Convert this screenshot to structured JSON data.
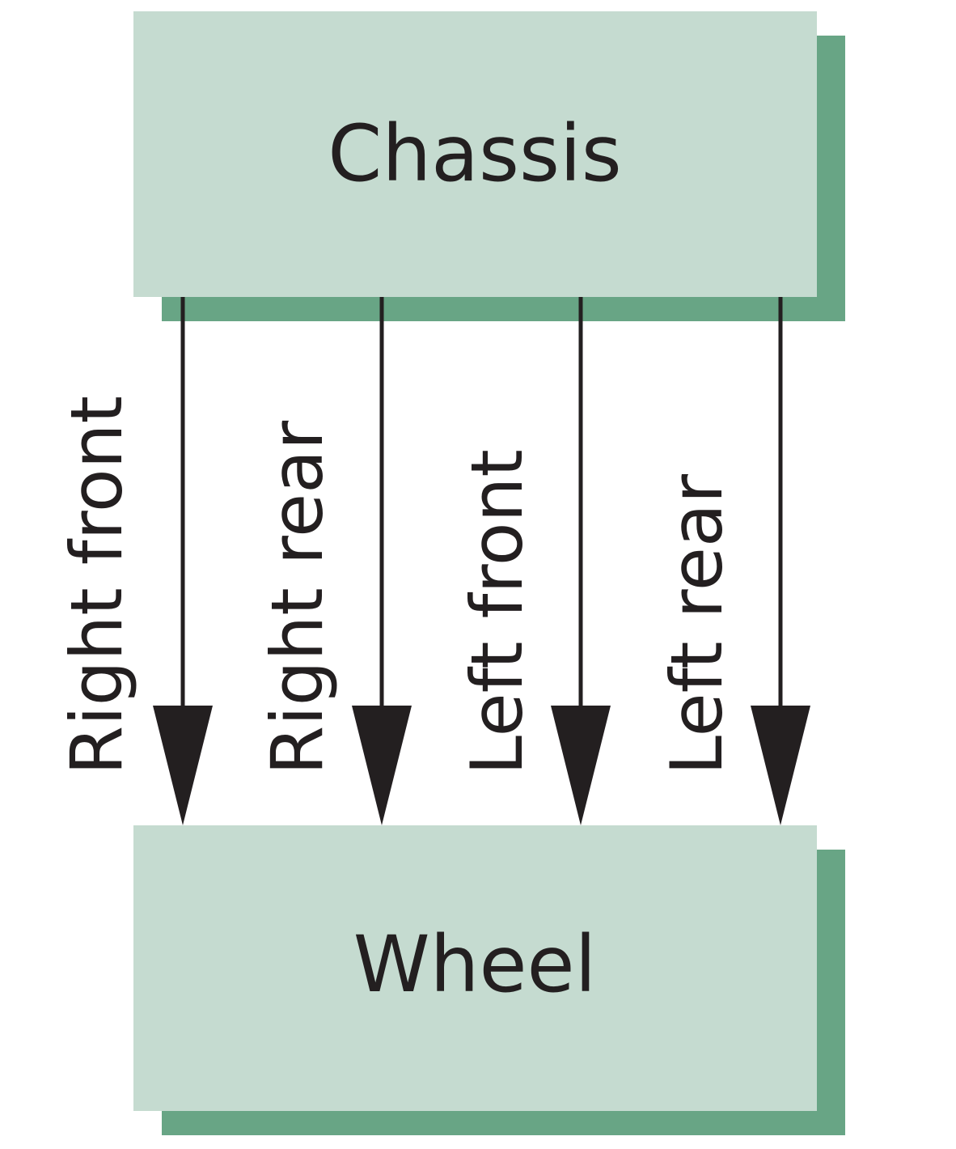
{
  "colors": {
    "box_fill": "#c5dbd0",
    "box_shadow": "#68a585",
    "arrow": "#231f20",
    "text": "#231f20"
  },
  "nodes": {
    "chassis": {
      "label": "Chassis"
    },
    "wheel": {
      "label": "Wheel"
    }
  },
  "edges": [
    {
      "from": "Chassis",
      "to": "Wheel",
      "label": "Right front"
    },
    {
      "from": "Chassis",
      "to": "Wheel",
      "label": "Right rear"
    },
    {
      "from": "Chassis",
      "to": "Wheel",
      "label": "Left front"
    },
    {
      "from": "Chassis",
      "to": "Wheel",
      "label": "Left rear"
    }
  ]
}
